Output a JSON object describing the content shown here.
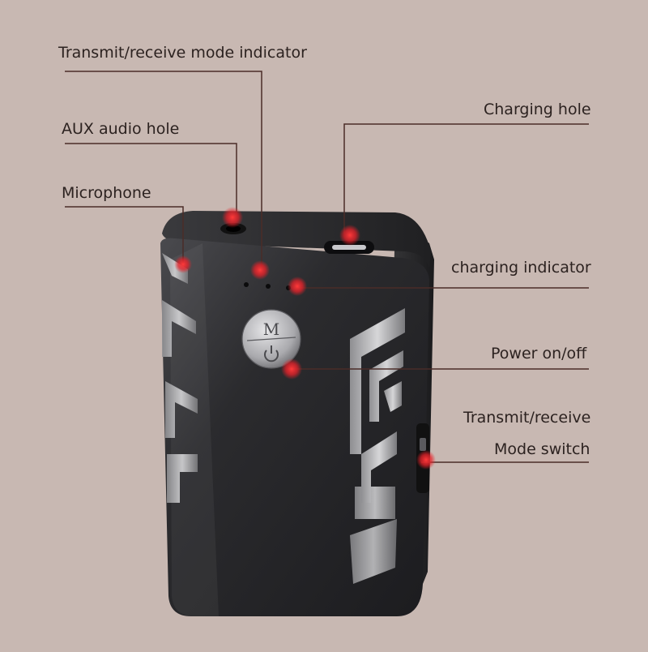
{
  "labels": {
    "transmit_receive_mode_indicator": "Transmit/receive mode indicator",
    "aux_audio_hole": "AUX audio hole",
    "microphone": "Microphone",
    "charging_hole": "Charging hole",
    "charging_indicator": "charging indicator",
    "power_on_off": "Power on/off",
    "transmit_receive": "Transmit/receive",
    "mode_switch": "Mode switch"
  },
  "device": {
    "button_letter": "M",
    "power_icon": "power-icon"
  },
  "colors": {
    "background": "#c8b8b2",
    "leader_line": "#4a2c28",
    "marker": "#e8222a",
    "device_body": "#2a2a2c"
  }
}
